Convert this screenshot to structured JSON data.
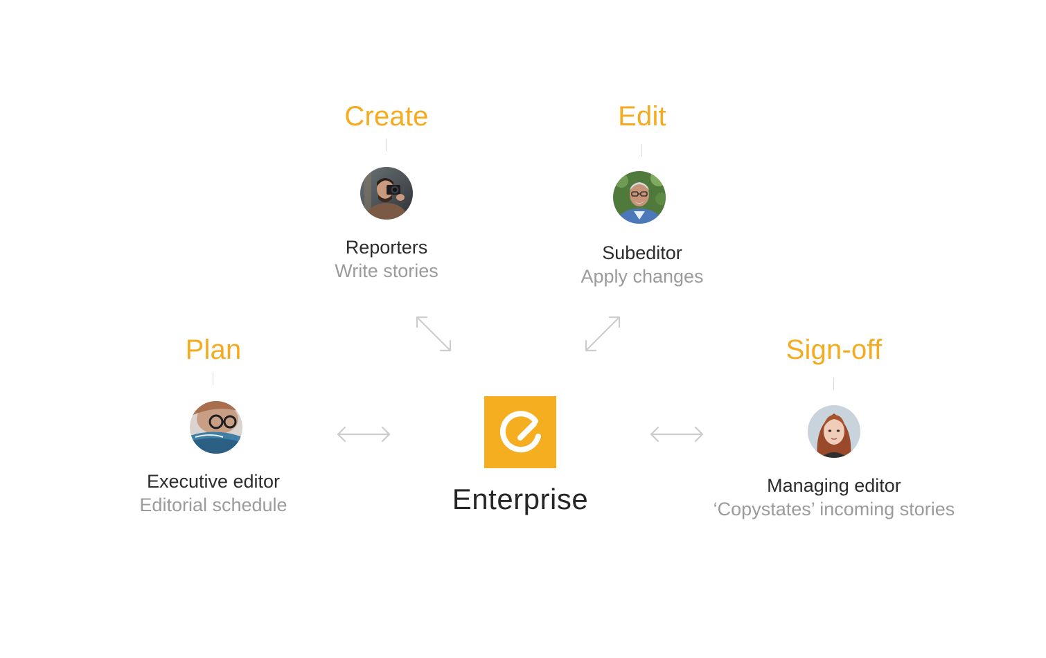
{
  "colors": {
    "stage_label": "#f5ab1f",
    "logo_background": "#f5ae1f",
    "role_text": "#2c2c2c",
    "description_text": "#9b9b9b",
    "arrow": "#cccccc"
  },
  "center": {
    "name": "Enterprise",
    "icon": "enterprise-logo-icon"
  },
  "stages": {
    "create": {
      "label": "Create",
      "role": "Reporters",
      "description": "Write stories",
      "avatar": "photographer-avatar"
    },
    "edit": {
      "label": "Edit",
      "role": "Subeditor",
      "description": "Apply changes",
      "avatar": "subeditor-avatar"
    },
    "plan": {
      "label": "Plan",
      "role": "Executive editor",
      "description": "Editorial schedule",
      "avatar": "executive-editor-avatar"
    },
    "signoff": {
      "label": "Sign-off",
      "role": "Managing editor",
      "description": "‘Copystates’ incoming stories",
      "avatar": "managing-editor-avatar"
    }
  },
  "connectors": [
    {
      "from": "Create",
      "to": "Enterprise",
      "icon": "diagonal-double-arrow-icon"
    },
    {
      "from": "Edit",
      "to": "Enterprise",
      "icon": "diagonal-double-arrow-icon"
    },
    {
      "from": "Plan",
      "to": "Enterprise",
      "icon": "horizontal-double-arrow-icon"
    },
    {
      "from": "Sign-off",
      "to": "Enterprise",
      "icon": "horizontal-double-arrow-icon"
    }
  ]
}
